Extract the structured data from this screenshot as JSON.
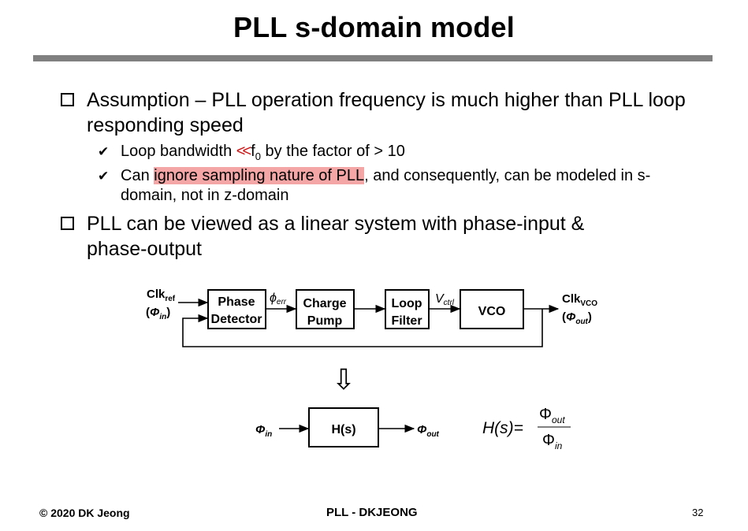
{
  "slide": {
    "title": "PLL s-domain model",
    "bullets": [
      {
        "text": "Assumption – PLL operation frequency is much higher than PLL loop responding speed",
        "sub": [
          {
            "before": "Loop bandwidth ",
            "mark": "<<",
            "f": "f",
            "f_sub": "0",
            "after": " by the factor of > 10"
          },
          {
            "before": "Can ",
            "highlight": "ignore sampling nature of PLL",
            "after": ", and consequently, can be modeled in s-domain, not in z-domain"
          }
        ]
      },
      {
        "text": "PLL can be viewed as a linear system with phase-input & phase-output"
      }
    ]
  },
  "diagram": {
    "input": {
      "name": "Clk",
      "sub": "ref",
      "phase": "Φ",
      "phase_sub": "in"
    },
    "blocks": [
      {
        "line1": "Phase",
        "line2": "Detector"
      },
      {
        "line1": "Charge",
        "line2": "Pump"
      },
      {
        "line1": "Loop",
        "line2": "Filter"
      },
      {
        "line1": "VCO"
      }
    ],
    "signals": {
      "pd_out": {
        "sym": "ϕ",
        "sub": "err"
      },
      "lf_out": {
        "sym": "V",
        "sub": "ctrl"
      }
    },
    "output": {
      "name": "Clk",
      "sub": "VCO",
      "phase": "Φ",
      "phase_sub": "out"
    },
    "arrow_down": "⇩",
    "simplified": {
      "in_sym": "Φ",
      "in_sub": "in",
      "block": "H(s)",
      "out_sym": "Φ",
      "out_sub": "out"
    },
    "equation": {
      "lhs": "H(s)=",
      "num": "Φ",
      "num_sub": "out",
      "den": "Φ",
      "den_sub": "in"
    }
  },
  "footer": {
    "copyright": "© 2020 DK Jeong",
    "center": "PLL - DKJEONG",
    "page": "32"
  }
}
